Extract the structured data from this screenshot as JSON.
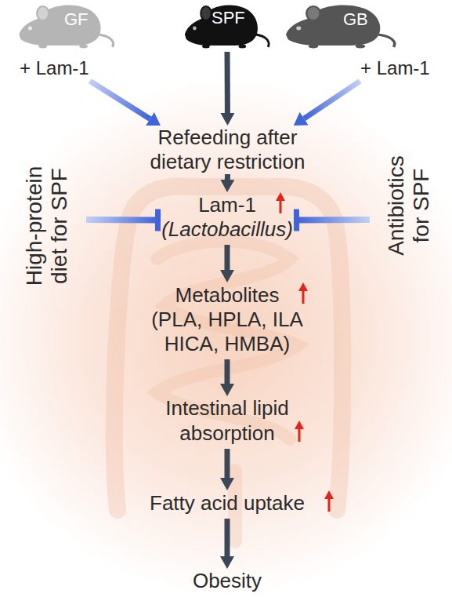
{
  "diagram": {
    "nodes": [
      {
        "text": [
          "GF",
          "+ Lam-1"
        ]
      },
      {
        "text": [
          "SPF"
        ]
      },
      {
        "text": [
          "GB",
          "+ Lam-1"
        ]
      },
      {
        "text": [
          "Refeeding after dietary restriction"
        ]
      },
      {
        "text": [
          "High-protein diet for SPF"
        ]
      },
      {
        "text": [
          "Lam-1",
          "(Lactobacillus)"
        ]
      },
      {
        "text": [
          "Antibiotics for SPF"
        ]
      },
      {
        "text": [
          "Metabolites",
          "(PLA, HPLA, ILA HICA, HMBA)"
        ]
      },
      {
        "text": [
          "Intestinal lipid absorption"
        ]
      },
      {
        "text": [
          "Fatty acid uptake"
        ]
      },
      {
        "text": [
          "Obesity"
        ]
      }
    ],
    "edges": [
      {
        "from": 0,
        "to": 3,
        "arrow": "to"
      },
      {
        "from": 1,
        "to": 3,
        "arrow": "to"
      },
      {
        "from": 2,
        "to": 3,
        "arrow": "to"
      },
      {
        "from": 3,
        "to": 5,
        "arrow": "to"
      },
      {
        "from": 4,
        "to": 5,
        "arrow": "to"
      },
      {
        "from": 6,
        "to": 5,
        "arrow": "to"
      },
      {
        "from": 5,
        "to": 7,
        "arrow": "to"
      },
      {
        "from": 7,
        "to": 8,
        "arrow": "to"
      },
      {
        "from": 8,
        "to": 9,
        "arrow": "to"
      },
      {
        "from": 9,
        "to": 10,
        "arrow": "to"
      }
    ]
  }
}
